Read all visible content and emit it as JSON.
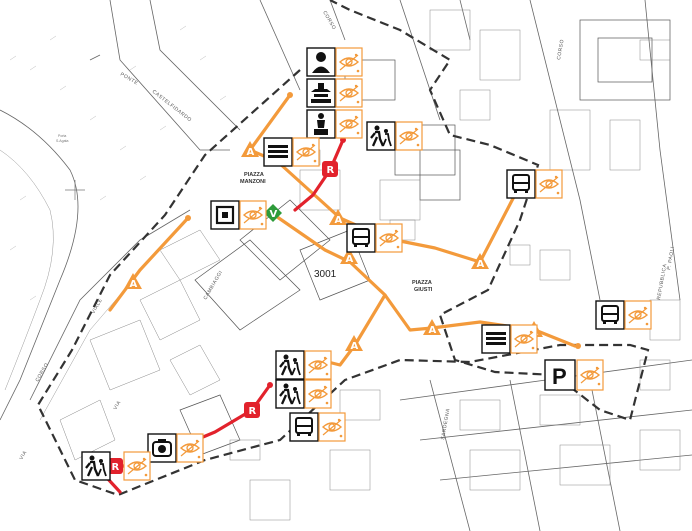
{
  "colors": {
    "route_orange": "#F39A3B",
    "route_red": "#E2222C",
    "node_green": "#2E9B3A",
    "boundary": "#333333",
    "icon_stroke": "#111111",
    "eye_orange": "#F39A3B"
  },
  "labels": {
    "corso_top": "CORSO",
    "corso_right": "CORSO",
    "ponte": "PONTE",
    "castelfidardo": "CASTELFIDARDO",
    "porta": "Porta",
    "porta_2": "S.Agata",
    "piazza_manzoni_1": "PIAZZA",
    "piazza_manzoni_2": "MANZONI",
    "piazza_giusti_1": "PIAZZA",
    "piazza_giusti_2": "GIUSTI",
    "corso_left": "CORSO",
    "via_left": "VIA",
    "via_bottom": "VIA",
    "garibaldi_side": "CAMBIAGGI",
    "sardegna": "SARDEGNA",
    "p_paoli": "P. PAOLI",
    "repubblica": "REPUBBLICA",
    "lungo": "VIALE",
    "area_code": "3001"
  },
  "nodes": {
    "A_letter": "A",
    "R_letter": "R",
    "V_letter": "V"
  },
  "icons": [
    "person-bust-icon",
    "monument-icon",
    "statue-icon",
    "pedestrians-icon",
    "bench-icon",
    "target-square-icon",
    "bus-icon",
    "bench-icon",
    "parking-icon",
    "pedestrians-icon",
    "bus-icon",
    "camera-icon",
    "eye-icon"
  ],
  "parking_letter": "P"
}
